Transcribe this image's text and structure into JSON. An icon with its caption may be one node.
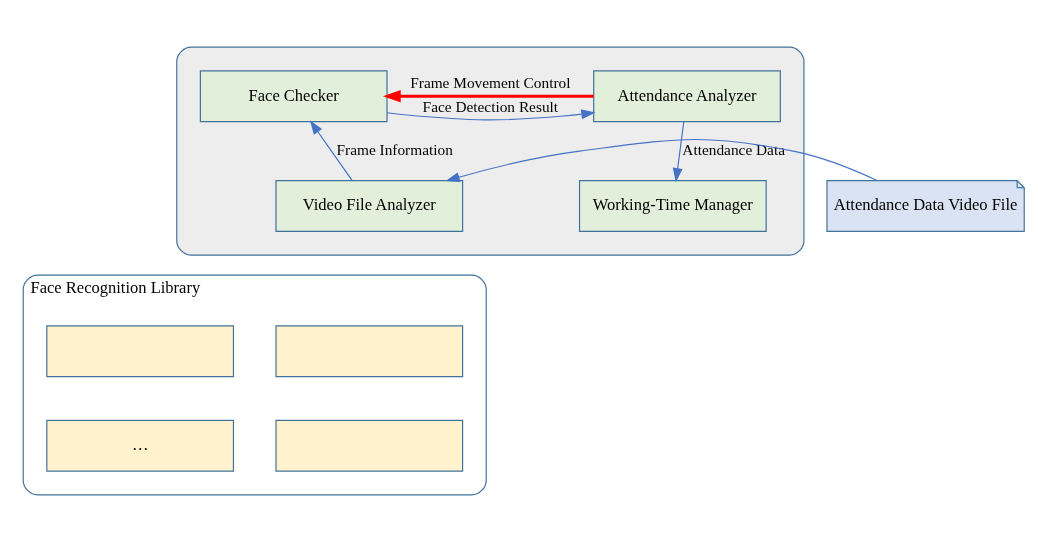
{
  "diagram": {
    "nodes": [
      {
        "text": [],
        "shape": "box"
      },
      {
        "text": [
          "Face Checker"
        ],
        "in": 0
      },
      {
        "text": [
          "Attendance Analyzer"
        ],
        "in": 0
      },
      {
        "text": [
          "Video File Analyzer"
        ],
        "in": 0
      },
      {
        "text": [
          "Working-Time Manager"
        ],
        "in": 0
      },
      {
        "text": [
          "Attendance Data Video File"
        ]
      },
      {
        "text": [
          "Face Recognition Library"
        ]
      },
      {
        "text": [],
        "shape": "box",
        "in": 6
      },
      {
        "text": [],
        "shape": "box",
        "in": 6
      },
      {
        "text": [],
        "shape": "box",
        "in": 6
      },
      {
        "text": [
          "…"
        ],
        "in": 6
      }
    ],
    "edges": [
      {
        "from": 1,
        "to": 2,
        "arrow": "to",
        "label": "Face Detection Result"
      },
      {
        "from": 2,
        "to": 1,
        "arrow": "to",
        "label": "Frame Movement Control",
        "style": "thick",
        "color": "#ff0000"
      },
      {
        "from": 3,
        "to": 1,
        "arrow": "to",
        "label": "Frame Information"
      },
      {
        "from": 2,
        "to": 4,
        "arrow": "to",
        "label": "Attendance Data"
      },
      {
        "from": 5,
        "to": 3,
        "arrow": "to"
      }
    ]
  }
}
